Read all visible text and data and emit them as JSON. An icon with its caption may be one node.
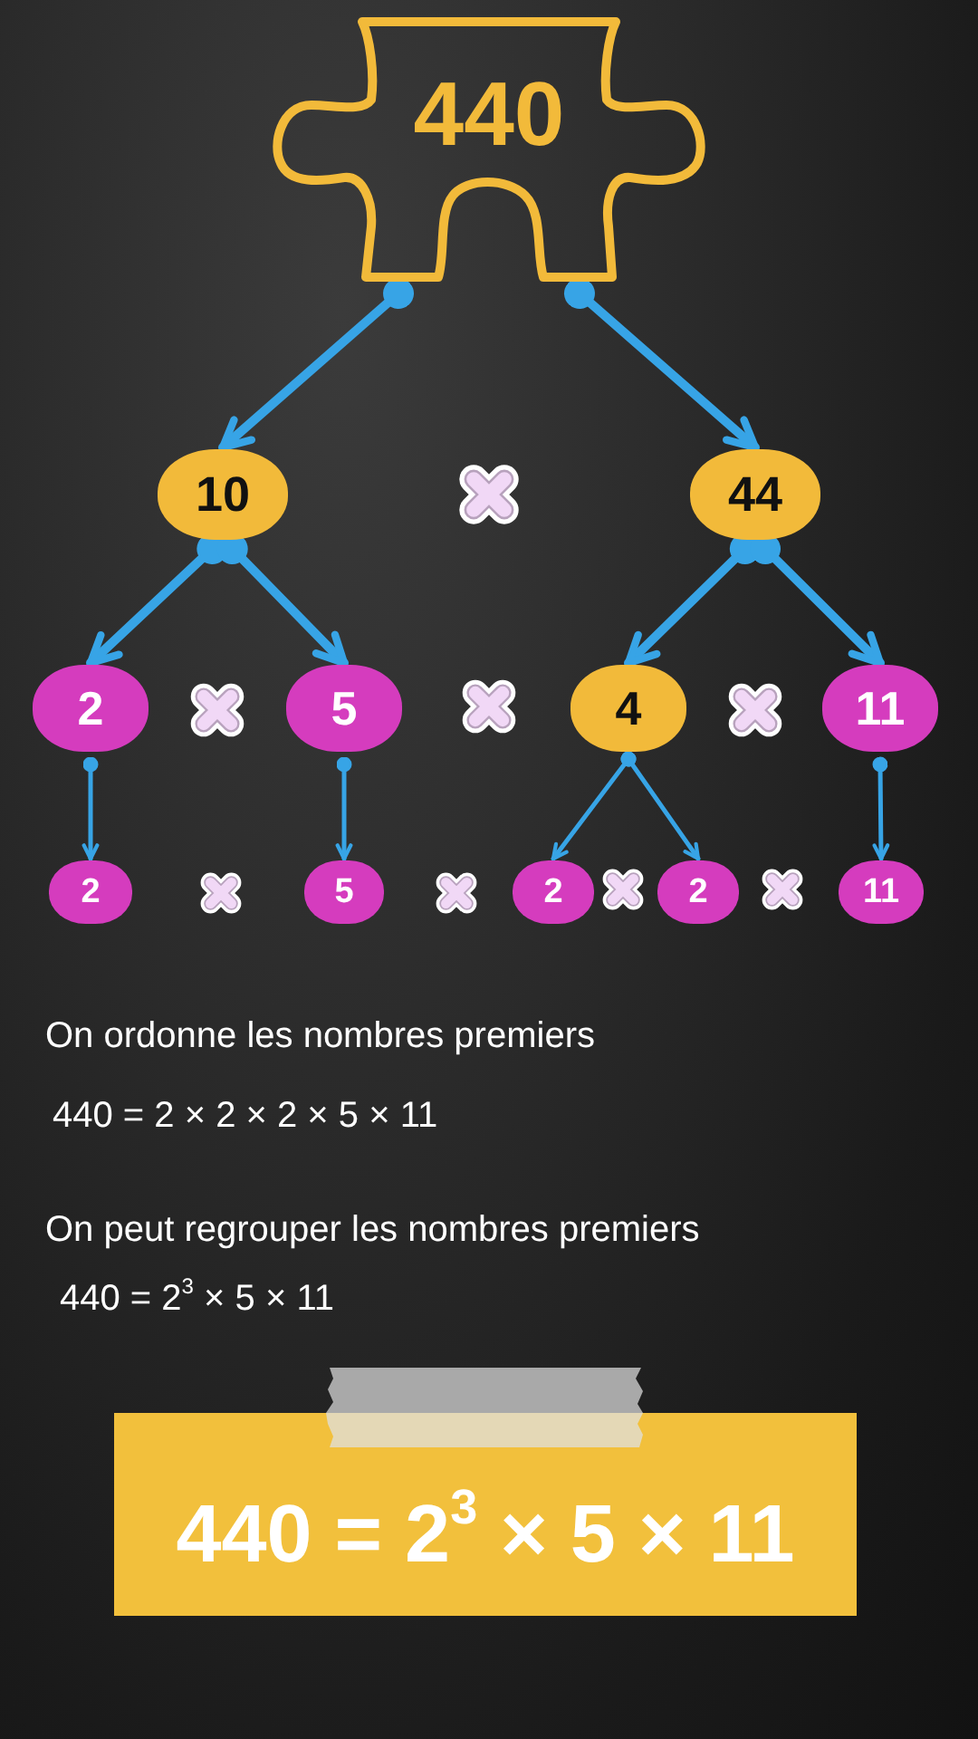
{
  "diagram": {
    "nodes": [
      {
        "text": [
          "440"
        ]
      },
      {
        "text": [
          "10"
        ]
      },
      {
        "text": [
          "44"
        ]
      },
      {
        "text": [
          "2"
        ]
      },
      {
        "text": [
          "5"
        ]
      },
      {
        "text": [
          "4"
        ]
      },
      {
        "text": [
          "11"
        ]
      },
      {
        "text": [
          "2"
        ]
      },
      {
        "text": [
          "5"
        ]
      },
      {
        "text": [
          "2"
        ]
      },
      {
        "text": [
          "2"
        ]
      },
      {
        "text": [
          "11"
        ]
      },
      {
        "text": [
          "440 = 2$^{3}$ × 5 × 11"
        ]
      }
    ],
    "edges": [
      {
        "from": 0,
        "to": 1,
        "arrow": "to"
      },
      {
        "from": 0,
        "to": 2,
        "arrow": "to"
      },
      {
        "from": 1,
        "to": 3,
        "arrow": "to"
      },
      {
        "from": 1,
        "to": 4,
        "arrow": "to"
      },
      {
        "from": 2,
        "to": 5,
        "arrow": "to"
      },
      {
        "from": 2,
        "to": 6,
        "arrow": "to"
      },
      {
        "from": 3,
        "to": 7,
        "arrow": "to"
      },
      {
        "from": 4,
        "to": 8,
        "arrow": "to"
      },
      {
        "from": 5,
        "to": 9,
        "arrow": "to"
      },
      {
        "from": 5,
        "to": 10,
        "arrow": "to"
      },
      {
        "from": 6,
        "to": 11,
        "arrow": "to"
      }
    ],
    "labels": [
      "On ordonne les nombres premiers",
      "440 = 2 × 2 × 2 × 5 × 11",
      "On peut regrouper les nombres premiers",
      "440 = 2$^{3}$ × 5 × 11"
    ]
  }
}
